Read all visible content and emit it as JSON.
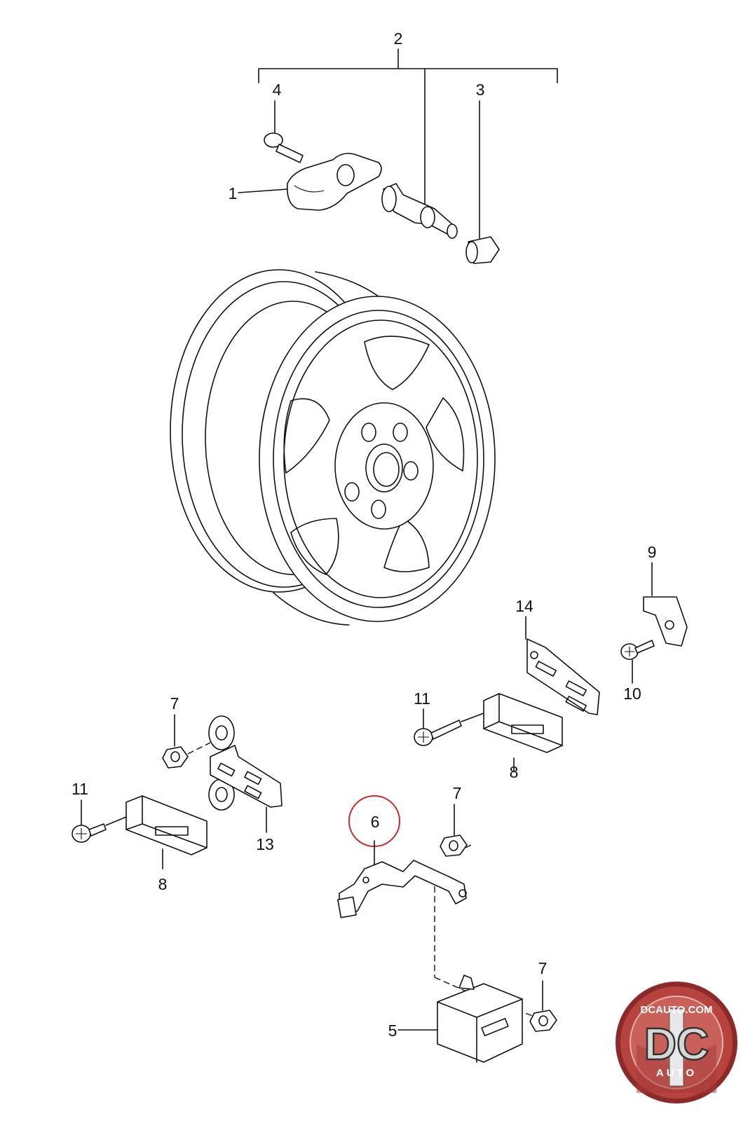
{
  "labels": {
    "p1": "1",
    "p2": "2",
    "p3": "3",
    "p4": "4",
    "p5": "5",
    "p6": "6",
    "p7a": "7",
    "p7b": "7",
    "p7c": "7",
    "p8a": "8",
    "p8b": "8",
    "p9": "9",
    "p10": "10",
    "p11a": "11",
    "p11b": "11",
    "p13": "13",
    "p14": "14"
  },
  "highlight": {
    "label": "6",
    "color": "#cc2a2a"
  },
  "logo": {
    "top_text": "DCAUTO.COM",
    "main_text": "DC",
    "sub_text": "AUTO",
    "ring_color": "#c0392b"
  }
}
